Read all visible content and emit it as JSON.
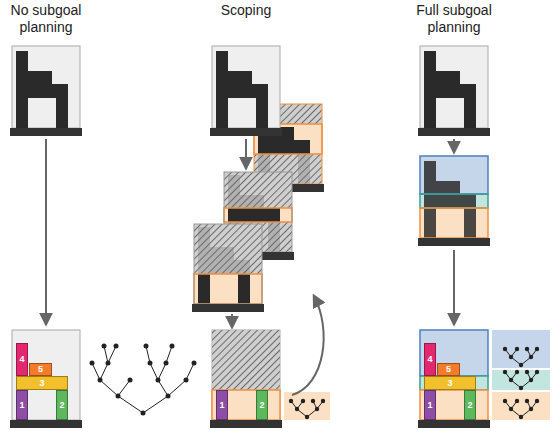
{
  "diagram": {
    "nodes": [
      {
        "text": [
          "4"
        ]
      },
      {
        "text": [
          "5"
        ]
      },
      {
        "text": [
          "3"
        ]
      },
      {
        "text": [
          "1"
        ]
      },
      {
        "text": [
          "2"
        ]
      },
      {
        "text": [
          "1"
        ]
      },
      {
        "text": [
          "2"
        ]
      },
      {
        "text": [
          "4"
        ]
      },
      {
        "text": [
          "5"
        ]
      },
      {
        "text": [
          "3"
        ]
      },
      {
        "text": [
          "1"
        ]
      },
      {
        "text": [
          "2"
        ]
      }
    ],
    "labels": [
      "No subgoal planning",
      "Scoping",
      "Full subgoal planning"
    ]
  }
}
